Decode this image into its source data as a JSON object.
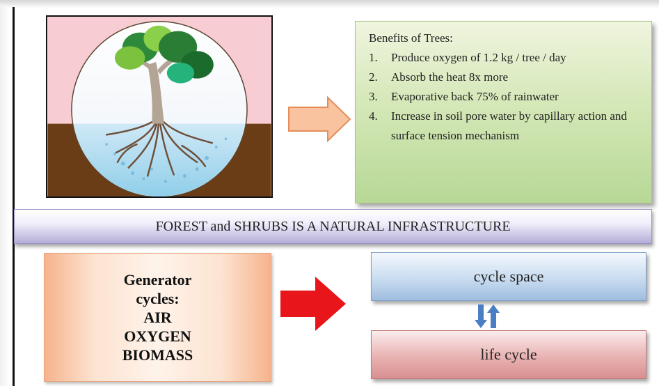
{
  "benefits": {
    "title": "Benefits of Trees:",
    "items": [
      {
        "num": "1.",
        "text": "Produce oxygen of 1.2 kg / tree / day"
      },
      {
        "num": "2.",
        "text": "Absorb the heat 8x more"
      },
      {
        "num": "3.",
        "text": "Evaporative back 75% of rainwater"
      },
      {
        "num": "4.",
        "text": "Increase in soil pore water by capillary action and surface tension mechanism"
      }
    ]
  },
  "banner": {
    "text": "FOREST and SHRUBS  IS A NATURAL INFRASTRUCTURE"
  },
  "generator": {
    "lines": [
      "Generator",
      "cycles:",
      "AIR",
      "OXYGEN",
      "BIOMASS"
    ]
  },
  "cycles": {
    "space": "cycle space",
    "life": "life cycle"
  },
  "colors": {
    "peach_arrow": "#f9c3a0",
    "red_arrow": "#e8161b",
    "updown_arrows": "#4a7fc4"
  },
  "icons": [
    "tree-illustration",
    "right-arrow-icon",
    "up-down-arrows-icon"
  ]
}
